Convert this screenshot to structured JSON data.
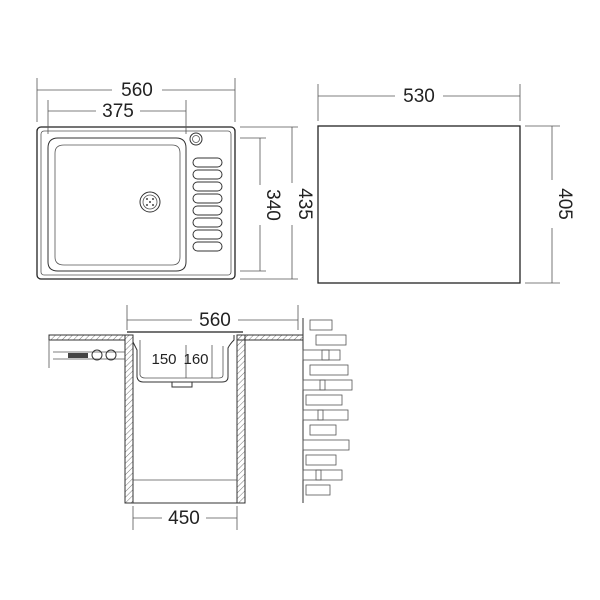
{
  "top_view": {
    "overall_width": "560",
    "bowl_width": "375",
    "bowl_depth": "340",
    "overall_depth": "435"
  },
  "cabinet": {
    "width": "530",
    "height": "405"
  },
  "section_view": {
    "overall_width": "560",
    "depth_left": "150",
    "depth_right": "160",
    "cabinet_width": "450"
  }
}
